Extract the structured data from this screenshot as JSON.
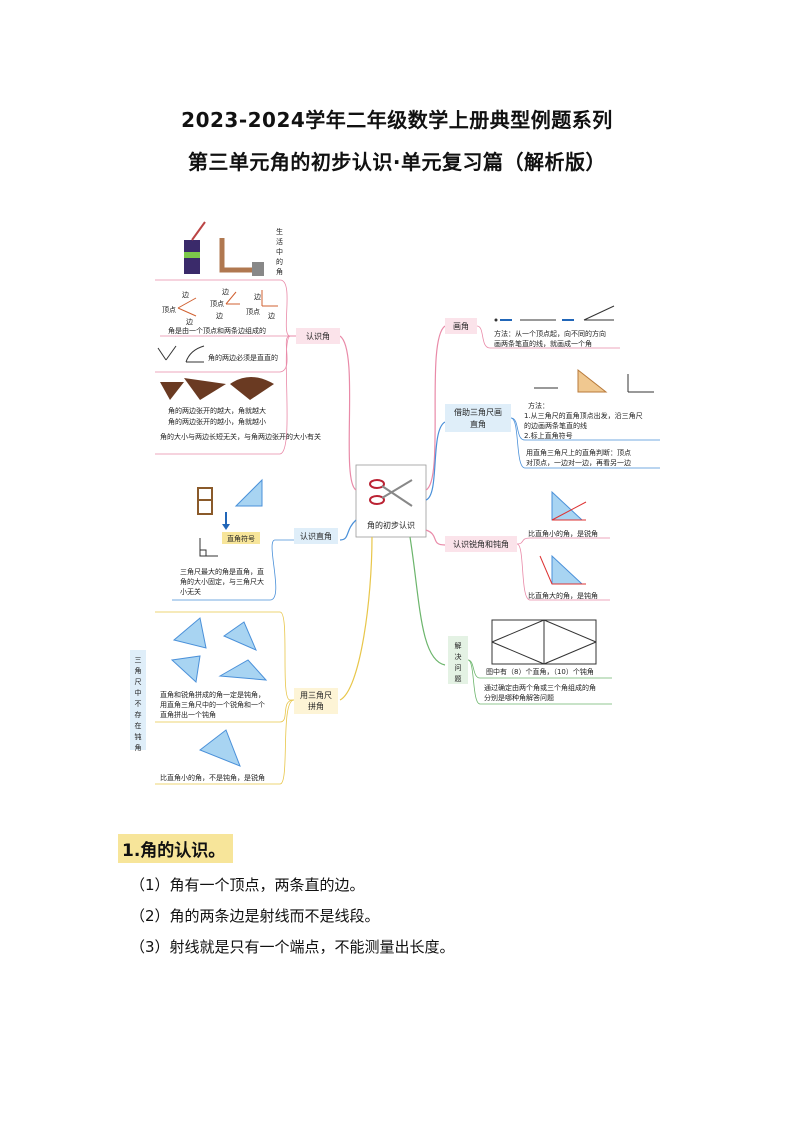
{
  "header": {
    "title": "2023-2024学年二年级数学上册典型例题系列",
    "subtitle": "第三单元角的初步认识·单元复习篇（解析版）"
  },
  "mindmap": {
    "center": "角的初步认识",
    "life_label": [
      "生",
      "活",
      "中",
      "的",
      "角"
    ],
    "recognize": {
      "label": "认识角",
      "vertex": "顶点",
      "edge": "边",
      "def": "角是由一个顶点和两条边组成的",
      "straight": "角的两边必须是直直的",
      "open_big": "角的两边张开的越大，角就越大",
      "open_small": "角的两边张开的越小，角就越小",
      "size_note": "角的大小与两边长短无关，与角两边张开的大小有关"
    },
    "draw": {
      "label": "画角",
      "method": "方法：从一个顶点起，向不同的方向",
      "method2": "画两条笔直的线，就画成一个角"
    },
    "triangle_draw": {
      "label1": "借助三角尺画",
      "label2": "直角",
      "method": "方法：",
      "step1": "1.从三角尺的直角顶点出发，沿三角尺",
      "step1b": "的边画两条笔直的线",
      "step2": "2.标上直角符号",
      "judge": "用直角三角尺上的直角判断：顶点",
      "judge2": "对顶点，一边对一边，再看另一边"
    },
    "right_angle": {
      "label": "认识直角",
      "symbol": "直角符号",
      "note": "三角尺最大的角是直角，直",
      "note2": "角的大小固定，与三角尺大",
      "note3": "小无关"
    },
    "acute_obtuse": {
      "label": "认识锐角和钝角",
      "acute": "比直角小的角，是锐角",
      "obtuse": "比直角大的角，是钝角"
    },
    "solve": {
      "label": [
        "解",
        "决",
        "问",
        "题"
      ],
      "count": "图中有（8）个直角，（10）个钝角",
      "note": "通过确定由两个角或三个角组成的角",
      "note2": "分别是哪种角解答问题"
    },
    "combine": {
      "label1": "用三角尺",
      "label2": "拼角",
      "side": [
        "三",
        "角",
        "尺",
        "中",
        "不",
        "存",
        "在",
        "钝",
        "角"
      ],
      "note": "直角和锐角拼成的角一定是钝角，",
      "note2": "用直角三角尺中的一个锐角和一个",
      "note3": "直角拼出一个钝角",
      "last": "比直角小的角，不是钝角，是锐角"
    }
  },
  "section1": {
    "heading": "1.角的认识。",
    "items": [
      "（1）角有一个顶点，两条直的边。",
      "（2）角的两条边是射线而不是线段。",
      "（3）射线就是只有一个端点，不能测量出长度。"
    ]
  },
  "colors": {
    "highlight": "#f7e59a",
    "branch_pink": "#e98aa8",
    "branch_blue": "#4a90d9",
    "branch_yellow": "#e8c64a",
    "branch_green": "#6cb56c",
    "ruler": "#5aa9e6"
  }
}
